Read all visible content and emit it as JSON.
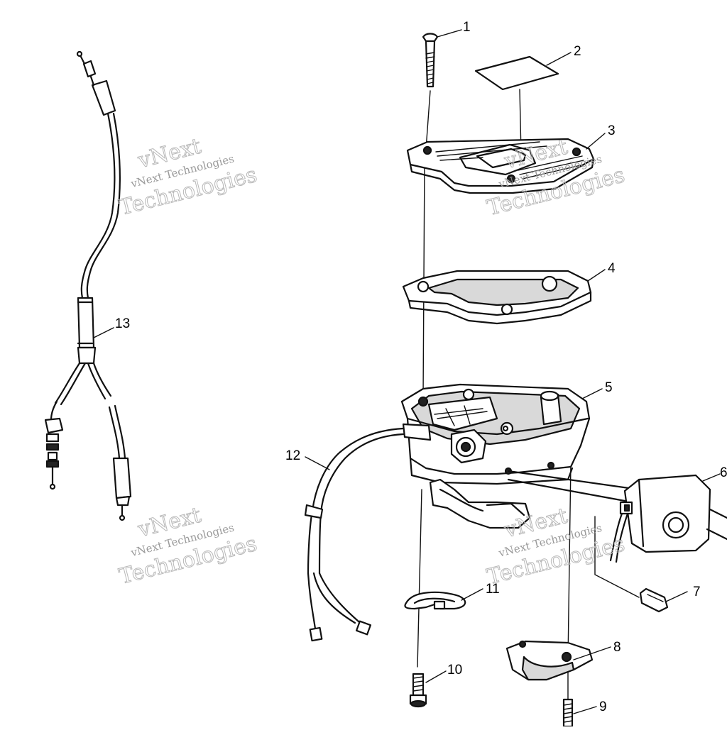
{
  "callouts": [
    {
      "id": "c1",
      "label": "1"
    },
    {
      "id": "c2",
      "label": "2"
    },
    {
      "id": "c3",
      "label": "3"
    },
    {
      "id": "c4",
      "label": "4"
    },
    {
      "id": "c5",
      "label": "5"
    },
    {
      "id": "c6",
      "label": "6"
    },
    {
      "id": "c7",
      "label": "7"
    },
    {
      "id": "c8",
      "label": "8"
    },
    {
      "id": "c9",
      "label": "9"
    },
    {
      "id": "c10",
      "label": "10"
    },
    {
      "id": "c11",
      "label": "11"
    },
    {
      "id": "c12",
      "label": "12"
    },
    {
      "id": "c13",
      "label": "13"
    }
  ],
  "watermark": {
    "line1": "vNext",
    "line2": "vNext Technologies",
    "line3": "Technologies"
  }
}
